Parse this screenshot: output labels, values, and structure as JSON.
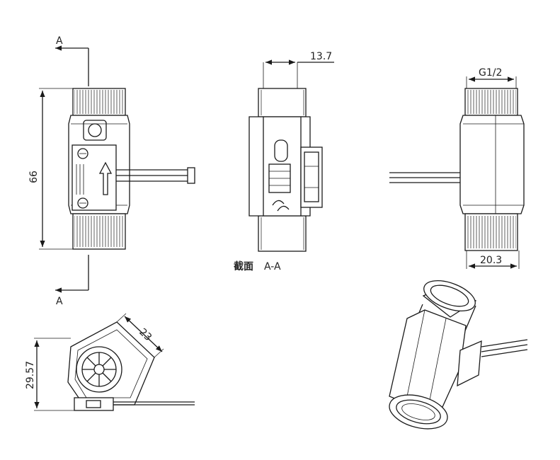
{
  "dimensions": {
    "height": "66",
    "section_width": "13.7",
    "thread": "G1/2",
    "body_width": "20.3",
    "hex_across_flats": "23",
    "end_height": "29.57"
  },
  "section": {
    "marker_top": "A",
    "marker_bottom": "A",
    "caption_cn": "截面",
    "caption_id": "A-A"
  }
}
